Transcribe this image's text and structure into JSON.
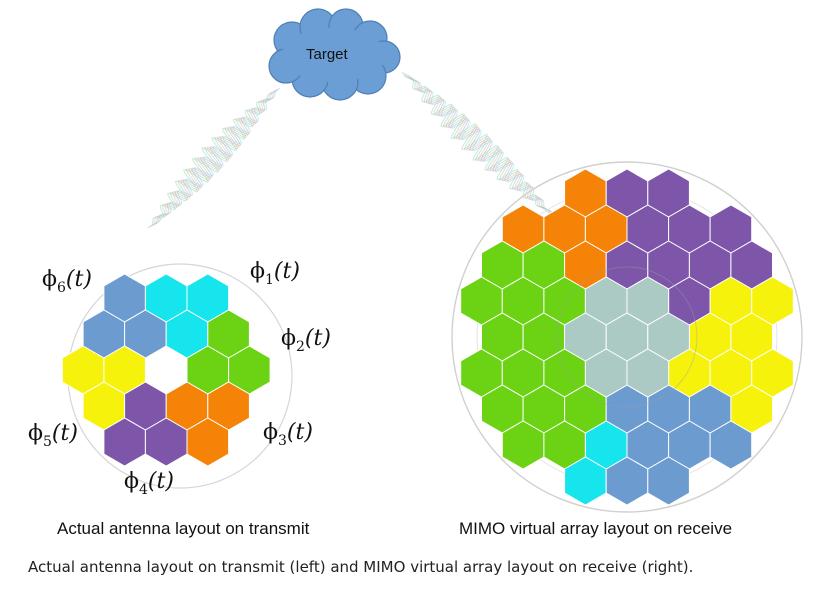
{
  "target": {
    "label": "Target",
    "color": "#6a9ed4"
  },
  "transmit_array": {
    "caption": "Actual antenna layout on transmit",
    "channels": [
      {
        "id": "phi1",
        "symbol": "ϕ",
        "subscript": "1",
        "arg": "(t)",
        "color": "#16e5ee"
      },
      {
        "id": "phi2",
        "symbol": "ϕ",
        "subscript": "2",
        "arg": "(t)",
        "color": "#6bd314"
      },
      {
        "id": "phi3",
        "symbol": "ϕ",
        "subscript": "3",
        "arg": "(t)",
        "color": "#f58307"
      },
      {
        "id": "phi4",
        "symbol": "ϕ",
        "subscript": "4",
        "arg": "(t)",
        "color": "#7d55a9"
      },
      {
        "id": "phi5",
        "symbol": "ϕ",
        "subscript": "5",
        "arg": "(t)",
        "color": "#f7f20b"
      },
      {
        "id": "phi6",
        "symbol": "ϕ",
        "subscript": "6",
        "arg": "(t)",
        "color": "#6c9bd0"
      }
    ]
  },
  "receive_array": {
    "caption": "MIMO virtual array layout  on receive"
  },
  "figure_caption": "Actual antenna layout on transmit (left) and MIMO virtual array layout on receive (right)."
}
